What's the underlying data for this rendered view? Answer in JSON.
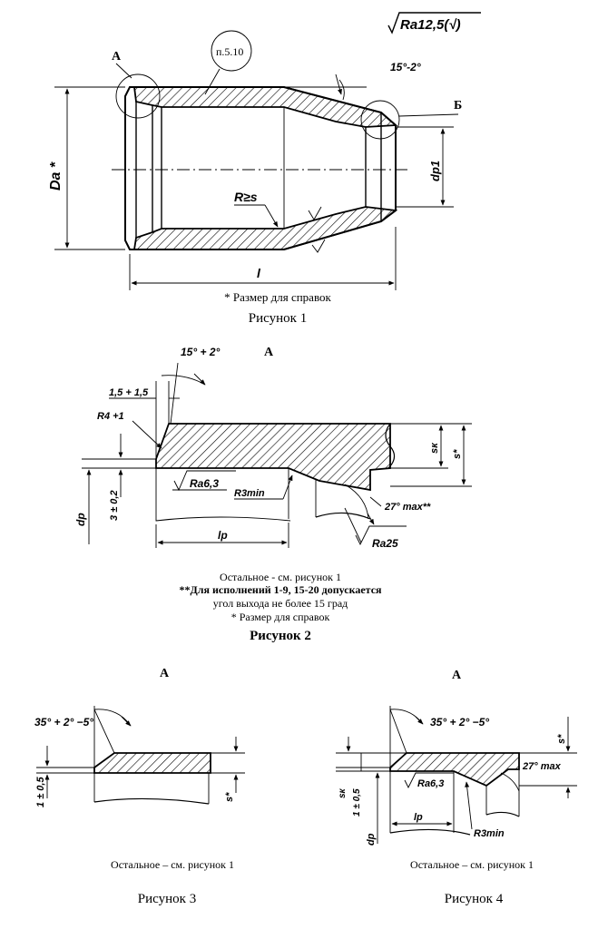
{
  "roughness_general": "Ra12,5(√)",
  "fig1": {
    "label_a": "А",
    "label_b": "Б",
    "clause": "п.5.10",
    "angle": "15°-2°",
    "dim_da": "Da *",
    "dim_dp1": "dp1",
    "radius": "R≥s",
    "length": "l",
    "note": "* Размер для справок",
    "caption": "Рисунок 1"
  },
  "fig2": {
    "title": "А",
    "angle": "15° + 2°",
    "chamfer": "1,5 + 1,5",
    "radius": "R4 +1",
    "height": "3 ± 0,2",
    "ra63": "Ra6,3",
    "r3min": "R3min",
    "angle27": "27° max**",
    "ra25": "Ra25",
    "sk": "sк",
    "s_star": "s*",
    "dp": "dp",
    "lp": "lp",
    "note1": "Остальное - см. рисунок 1",
    "note2": "**Для исполнений 1-9, 15-20 допускается",
    "note3": "угол выхода не более 15 град",
    "note4": "* Размер для справок",
    "caption": "Рисунок 2"
  },
  "fig3": {
    "title": "А",
    "angle": "35° + 2° −5°",
    "height": "1 ± 0,5",
    "s_star": "s*",
    "note": "Остальное – см. рисунок 1",
    "caption": "Рисунок 3"
  },
  "fig4": {
    "title": "А",
    "angle": "35° + 2° −5°",
    "angle27": "27° max",
    "s_star": "s*",
    "sk": "sк",
    "height": "1 ± 0,5",
    "dp": "dp",
    "lp": "lp",
    "ra63": "Ra6,3",
    "r3min": "R3min",
    "note": "Остальное – см. рисунок 1",
    "caption": "Рисунок 4"
  }
}
